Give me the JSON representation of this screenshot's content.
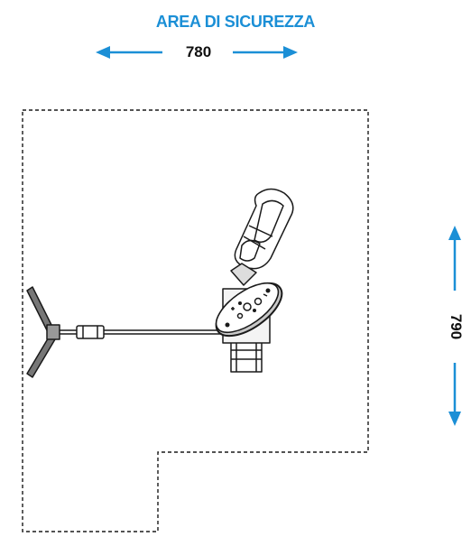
{
  "title": "AREA DI SICUREZZA",
  "width_label": "780",
  "height_label": "790",
  "colors": {
    "accent": "#1b8fd6",
    "line": "#1a1a1a",
    "shadow": "#c8c8c8"
  }
}
